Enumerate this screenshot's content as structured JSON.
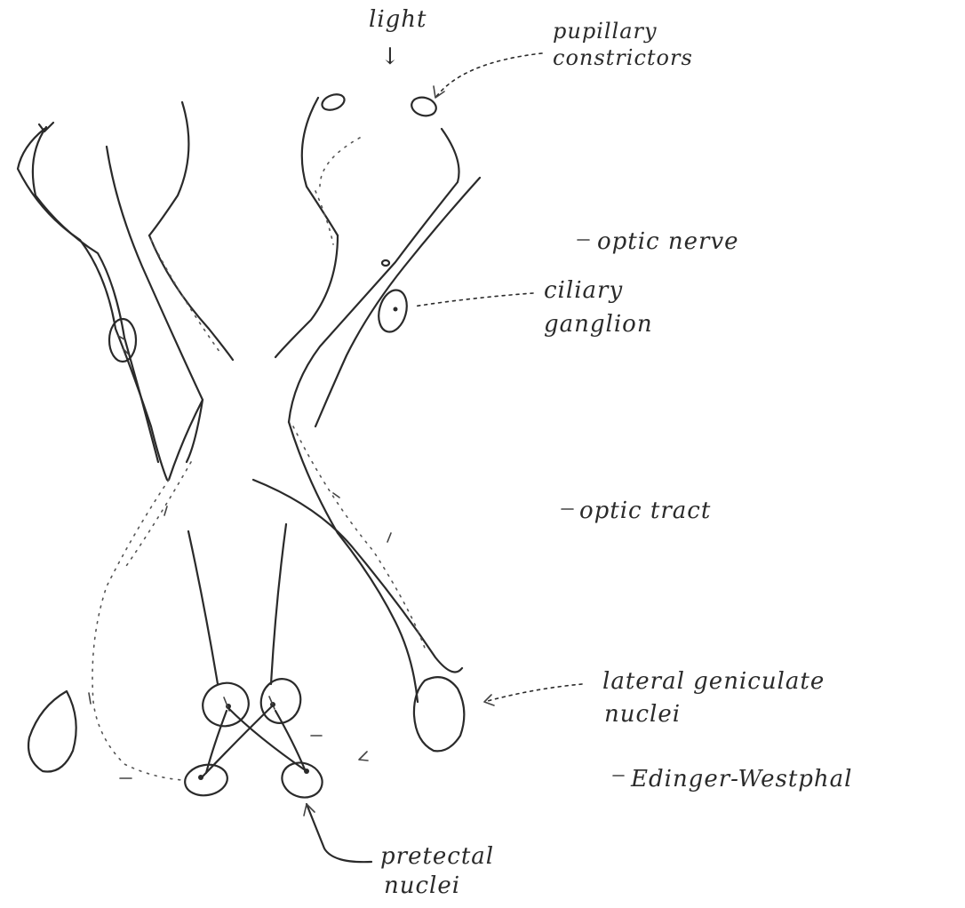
{
  "labels": {
    "light": "light",
    "pupillary_1": "pupillary",
    "pupillary_2": "constrictors",
    "optic_nerve": "optic nerve",
    "ciliary_1": "ciliary",
    "ciliary_2": "ganglion",
    "optic_tract": "optic tract",
    "lgn_1": "lateral geniculate",
    "lgn_2": "nuclei",
    "edinger": "Edinger-Westphal",
    "pretectal_1": "pretectal",
    "pretectal_2": "nuclei"
  },
  "light_arrow": "↓"
}
